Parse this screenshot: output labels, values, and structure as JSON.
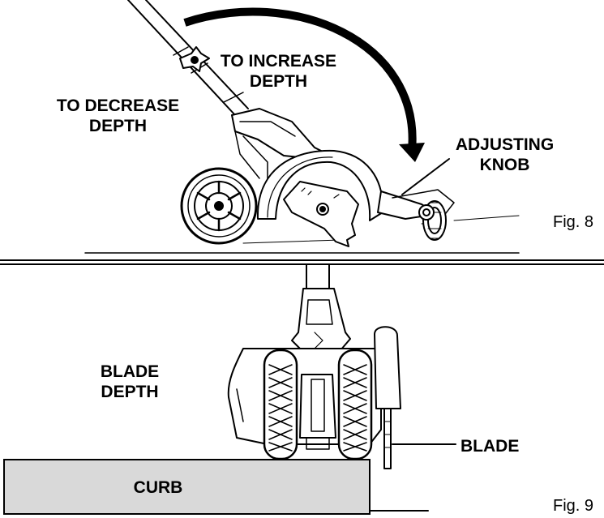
{
  "fig8": {
    "label_decrease": [
      "TO DECREASE",
      "DEPTH"
    ],
    "label_increase": [
      "TO INCREASE",
      "DEPTH"
    ],
    "label_knob": [
      "ADJUSTING",
      "KNOB"
    ],
    "caption": "Fig. 8"
  },
  "fig9": {
    "label_depth": [
      "BLADE",
      "DEPTH"
    ],
    "label_blade": "BLADE",
    "label_curb": "CURB",
    "caption": "Fig. 9"
  },
  "colors": {
    "ink": "#000000",
    "curb_fill": "#d9d9d9",
    "paper": "#ffffff"
  }
}
